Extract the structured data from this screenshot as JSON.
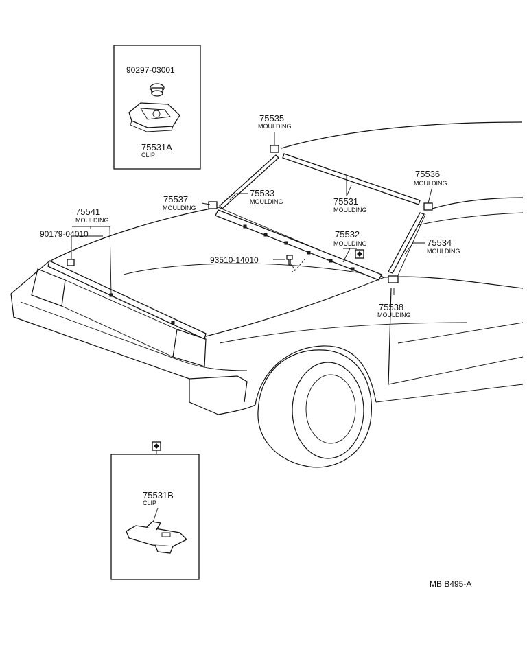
{
  "diagram_id": "MB B495-A",
  "inset_top": {
    "part_number_1": "90297-03001",
    "part_number_2": "75531A",
    "part_name_2": "CLIP"
  },
  "inset_bottom": {
    "part_number": "75531B",
    "part_name": "CLIP"
  },
  "callouts": [
    {
      "number": "75535",
      "name": "MOULDING"
    },
    {
      "number": "75536",
      "name": "MOULDING"
    },
    {
      "number": "75537",
      "name": "MOULDING"
    },
    {
      "number": "75533",
      "name": "MOULDING"
    },
    {
      "number": "75531",
      "name": "MOULDING"
    },
    {
      "number": "75541",
      "name": "MOULDING"
    },
    {
      "number": "90179-04010",
      "name": ""
    },
    {
      "number": "75532",
      "name": "MOULDING"
    },
    {
      "number": "75534",
      "name": "MOULDING"
    },
    {
      "number": "93510-14010",
      "name": ""
    },
    {
      "number": "75538",
      "name": "MOULDING"
    }
  ]
}
